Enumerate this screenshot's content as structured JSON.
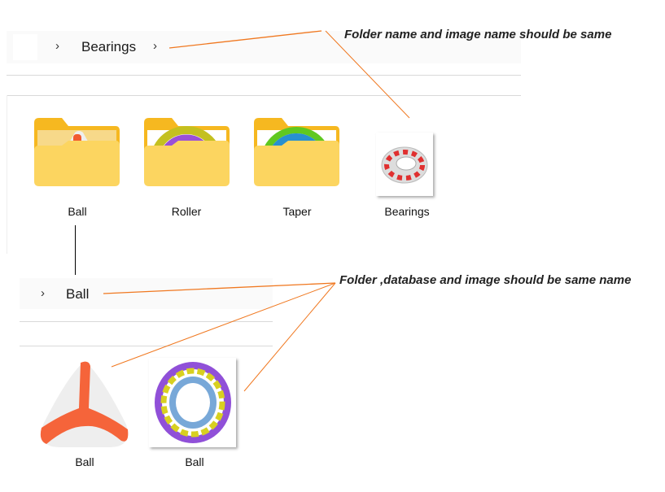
{
  "top_breadcrumb": {
    "chevron": "›",
    "folder": "Bearings",
    "chevron_after": "›"
  },
  "top_items": [
    {
      "label": "Ball",
      "type": "folder",
      "icon": "folder-ball-icon"
    },
    {
      "label": "Roller",
      "type": "folder",
      "icon": "folder-roller-icon"
    },
    {
      "label": "Taper",
      "type": "folder",
      "icon": "folder-taper-icon"
    },
    {
      "label": "Bearings",
      "type": "image",
      "icon": "bearing-image-icon"
    }
  ],
  "bottom_breadcrumb": {
    "chevron": "›",
    "folder": "Ball"
  },
  "bottom_items": [
    {
      "label": "Ball",
      "type": "database",
      "icon": "ball-database-icon"
    },
    {
      "label": "Ball",
      "type": "image",
      "icon": "ball-bearing-image-icon"
    }
  ],
  "annotations": {
    "top": "Folder name and image name should be same",
    "bottom": "Folder ,database and image should be same name"
  },
  "colors": {
    "annotation_line": "#f07820",
    "folder": "#f8c23a"
  }
}
